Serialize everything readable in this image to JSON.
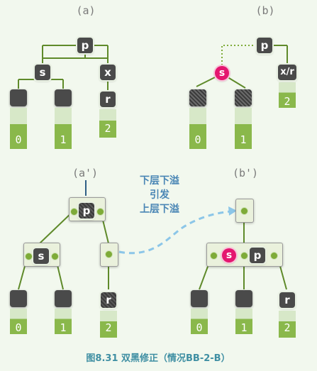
{
  "panels": {
    "a": {
      "label": "(a)",
      "nodes": {
        "p": "p",
        "s": "s",
        "x": "x",
        "r": "r"
      },
      "subtrees": [
        "0",
        "1",
        "2"
      ]
    },
    "b": {
      "label": "(b)",
      "nodes": {
        "p": "p",
        "s": "s",
        "xr": "x/r"
      },
      "subtrees": [
        "0",
        "1",
        "2"
      ]
    },
    "a2": {
      "label": "(a')",
      "nodes": {
        "p": "p",
        "s": "s",
        "r": "r"
      },
      "subtrees": [
        "0",
        "1",
        "2"
      ]
    },
    "b2": {
      "label": "(b')",
      "nodes": {
        "s": "s",
        "p": "p",
        "r": "r"
      },
      "subtrees": [
        "0",
        "1",
        "2"
      ]
    }
  },
  "annotation": [
    "下层下溢",
    "引发",
    "上层下溢"
  ],
  "caption": "图8.31 双黑修正（情况BB-2-B）",
  "colors": {
    "black_node": "#4a4a4a",
    "red_node": "#e4176f",
    "edge": "#5f8a2a",
    "annotation": "#4a86b5",
    "caption": "#3f8fa3",
    "arrow": "#8cc6e8"
  }
}
